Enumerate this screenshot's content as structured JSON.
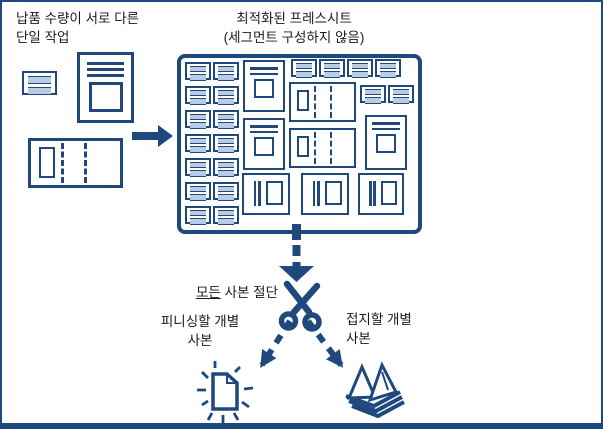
{
  "colors": {
    "navy": "#1F497D",
    "stripe": "#B8CCE4",
    "text": "#1A1A1A",
    "bg": "#FFFFFF"
  },
  "labels": {
    "source": {
      "line1": "납품 수량이 서로 다른",
      "line2": "단일 작업"
    },
    "sheet": {
      "line1": "최적화된 프레스시트",
      "line2": "(세그먼트 구성하지 않음)"
    },
    "cut": {
      "underlined": "모든",
      "rest": " 사본 절단"
    },
    "finish": {
      "line1": "피니싱할 개별",
      "line2": "사본"
    },
    "fold": {
      "line1": "접지할 개별",
      "line2": "사본"
    }
  },
  "icons": {
    "flow_arrow": "right-arrow-icon",
    "cut_arrow": "down-dashed-arrow-icon",
    "scissors": "scissors-icon",
    "finish_arrow": "left-dashed-arrow-icon",
    "fold_arrow": "right-dashed-arrow-icon",
    "finished_copy": "glowing-copy-icon",
    "folded_copies": "folded-copies-icon"
  }
}
